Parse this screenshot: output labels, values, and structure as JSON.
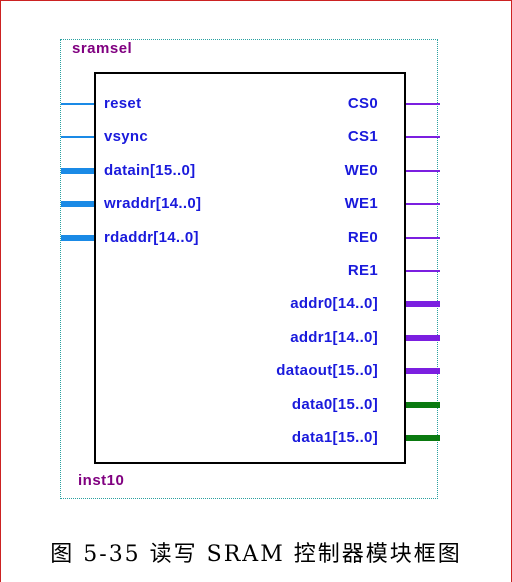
{
  "symbol": {
    "name": "sramsel",
    "instance": "inst10",
    "colors": {
      "label": "#800080",
      "pin_text": "#1a1adc",
      "input_wire": "#1a8ae6",
      "output_wire": "#7b1fe0",
      "data_wire": "#0a7a10",
      "outline": "#2aa0a0",
      "body": "#000000"
    },
    "inputs": [
      {
        "label": "reset",
        "bus": false
      },
      {
        "label": "vsync",
        "bus": false
      },
      {
        "label": "datain[15..0]",
        "bus": true
      },
      {
        "label": "wraddr[14..0]",
        "bus": true
      },
      {
        "label": "rdaddr[14..0]",
        "bus": true
      }
    ],
    "outputs": [
      {
        "label": "CS0",
        "bus": false,
        "kind": "ctrl"
      },
      {
        "label": "CS1",
        "bus": false,
        "kind": "ctrl"
      },
      {
        "label": "WE0",
        "bus": false,
        "kind": "ctrl"
      },
      {
        "label": "WE1",
        "bus": false,
        "kind": "ctrl"
      },
      {
        "label": "RE0",
        "bus": false,
        "kind": "ctrl"
      },
      {
        "label": "RE1",
        "bus": false,
        "kind": "ctrl"
      },
      {
        "label": "addr0[14..0]",
        "bus": true,
        "kind": "ctrl"
      },
      {
        "label": "addr1[14..0]",
        "bus": true,
        "kind": "ctrl"
      },
      {
        "label": "dataout[15..0]",
        "bus": true,
        "kind": "ctrl"
      },
      {
        "label": "data0[15..0]",
        "bus": true,
        "kind": "data"
      },
      {
        "label": "data1[15..0]",
        "bus": true,
        "kind": "data"
      }
    ]
  },
  "caption": "图 5-35 读写 SRAM 控制器模块框图"
}
